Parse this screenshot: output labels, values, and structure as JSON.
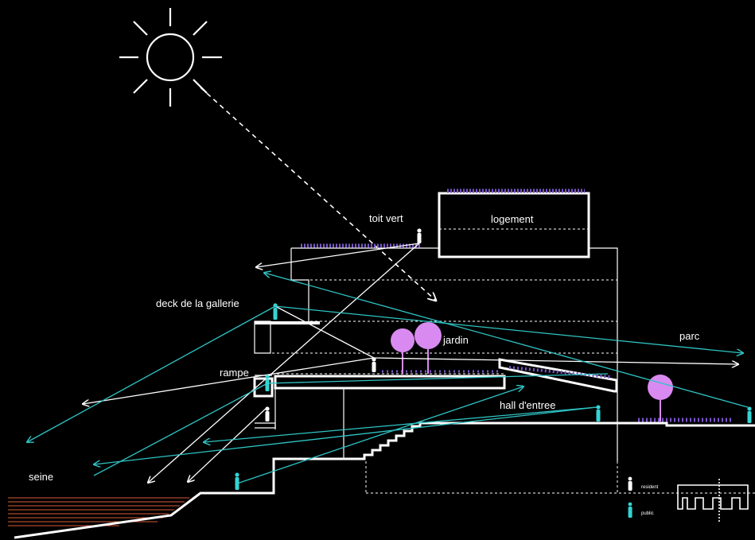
{
  "labels": {
    "toit_vert": "toit vert",
    "logement": "logement",
    "deck": "deck de la gallerie",
    "jardin": "jardin",
    "parc": "parc",
    "rampe": "rampe",
    "hall": "hall d'entree",
    "seine": "seine"
  },
  "legend": {
    "resident": "resident",
    "public": "public"
  },
  "colors": {
    "background": "#000000",
    "line": "#ffffff",
    "sight_resident": "#ffffff",
    "sight_public": "#2fc4c4",
    "tree": "#d98af0",
    "grass": "#7a55c8",
    "water": "#d65a3a",
    "figure_public": "#35d3d3",
    "figure_resident": "#ffffff"
  },
  "icons": {
    "sun": "sun-icon",
    "tree": "tree-icon",
    "person_resident": "person-resident-icon",
    "person_public": "person-public-icon"
  }
}
